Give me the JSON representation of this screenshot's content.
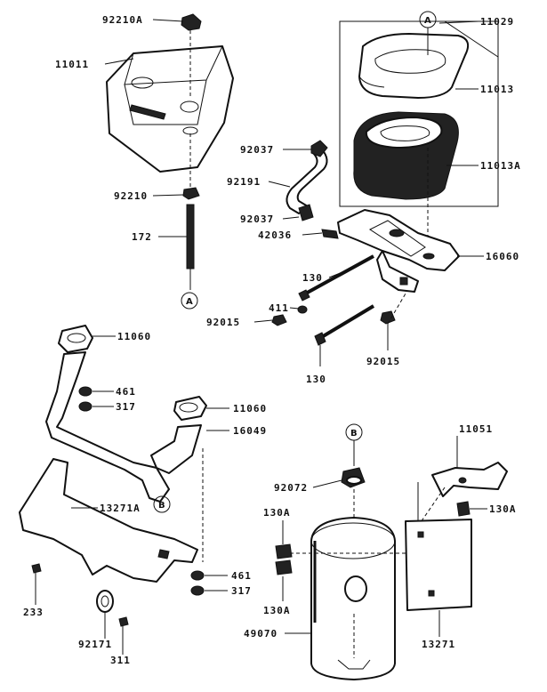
{
  "callouts": {
    "c92210A": "92210A",
    "c11011": "11011",
    "c92210": "92210",
    "c172": "172",
    "cA1": "A",
    "cA2": "A",
    "c11029": "11029",
    "c11013": "11013",
    "c11013A": "11013A",
    "c92037a": "92037",
    "c92191": "92191",
    "c92037b": "92037",
    "c42036": "42036",
    "c16060": "16060",
    "c130a": "130",
    "c411": "411",
    "c92015a": "92015",
    "c130b": "130",
    "c92015b": "92015",
    "c11060a": "11060",
    "c461a": "461",
    "c317a": "317",
    "c11060b": "11060",
    "c16049": "16049",
    "c13271A": "13271A",
    "cB1": "B",
    "c233": "233",
    "c92171": "92171",
    "c311": "311",
    "c461b": "461",
    "c317b": "317",
    "cB2": "B",
    "c92072": "92072",
    "c130A1": "130A",
    "c130A2": "130A",
    "c49070": "49070",
    "c11051": "11051",
    "c130A3": "130A",
    "c13271": "13271"
  },
  "colors": {
    "ink": "#111111",
    "paper": "#ffffff"
  }
}
